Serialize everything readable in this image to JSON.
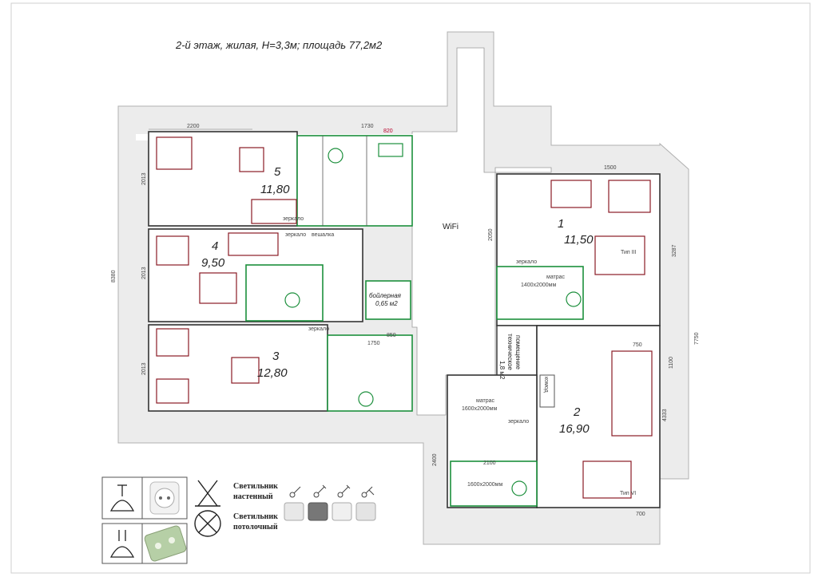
{
  "title": "2-й этаж, жилая, H=3,3м; площадь 77,2м2",
  "rooms": [
    {
      "num": "5",
      "area": "11,80"
    },
    {
      "num": "4",
      "area": "9,50"
    },
    {
      "num": "3",
      "area": "12,80"
    },
    {
      "num": "1",
      "area": "11,50"
    },
    {
      "num": "2",
      "area": "16,90"
    }
  ],
  "boiler": {
    "line1": "бойлерная",
    "line2": "0,65 м2"
  },
  "tech": {
    "line1": "техническое",
    "line2": "помещение",
    "line3": "1,8 м2"
  },
  "wifi": "WiFi",
  "labels": {
    "mirror": "зеркало",
    "hanger": "вешалка",
    "mattress": "матрас",
    "mattress_size": "1600х2000мм",
    "mattress_size2": "1400х2000мм",
    "type3": "Тип III",
    "type6": "Тип VI",
    "komod": "комод"
  },
  "dims": {
    "d2200": "2200",
    "d1730": "1730",
    "d820": "820",
    "d2013": "2013",
    "d8380": "8380",
    "d1500": "1500",
    "d3287": "3287",
    "d7750": "7750",
    "d1750": "1750",
    "d850": "850",
    "d2050": "2050",
    "d4333": "4333",
    "d2400": "2400",
    "d2100": "2100",
    "d750": "750",
    "d700": "700",
    "d1100": "1100"
  },
  "legend": {
    "wall_lamp_l1": "Светильник",
    "wall_lamp_l2": "настенный",
    "ceiling_lamp_l1": "Светильник",
    "ceiling_lamp_l2": "потолочный"
  },
  "colors": {
    "wall": "#ececec",
    "furniture": "#8a1a24",
    "plumbing": "#1c8f3c"
  }
}
